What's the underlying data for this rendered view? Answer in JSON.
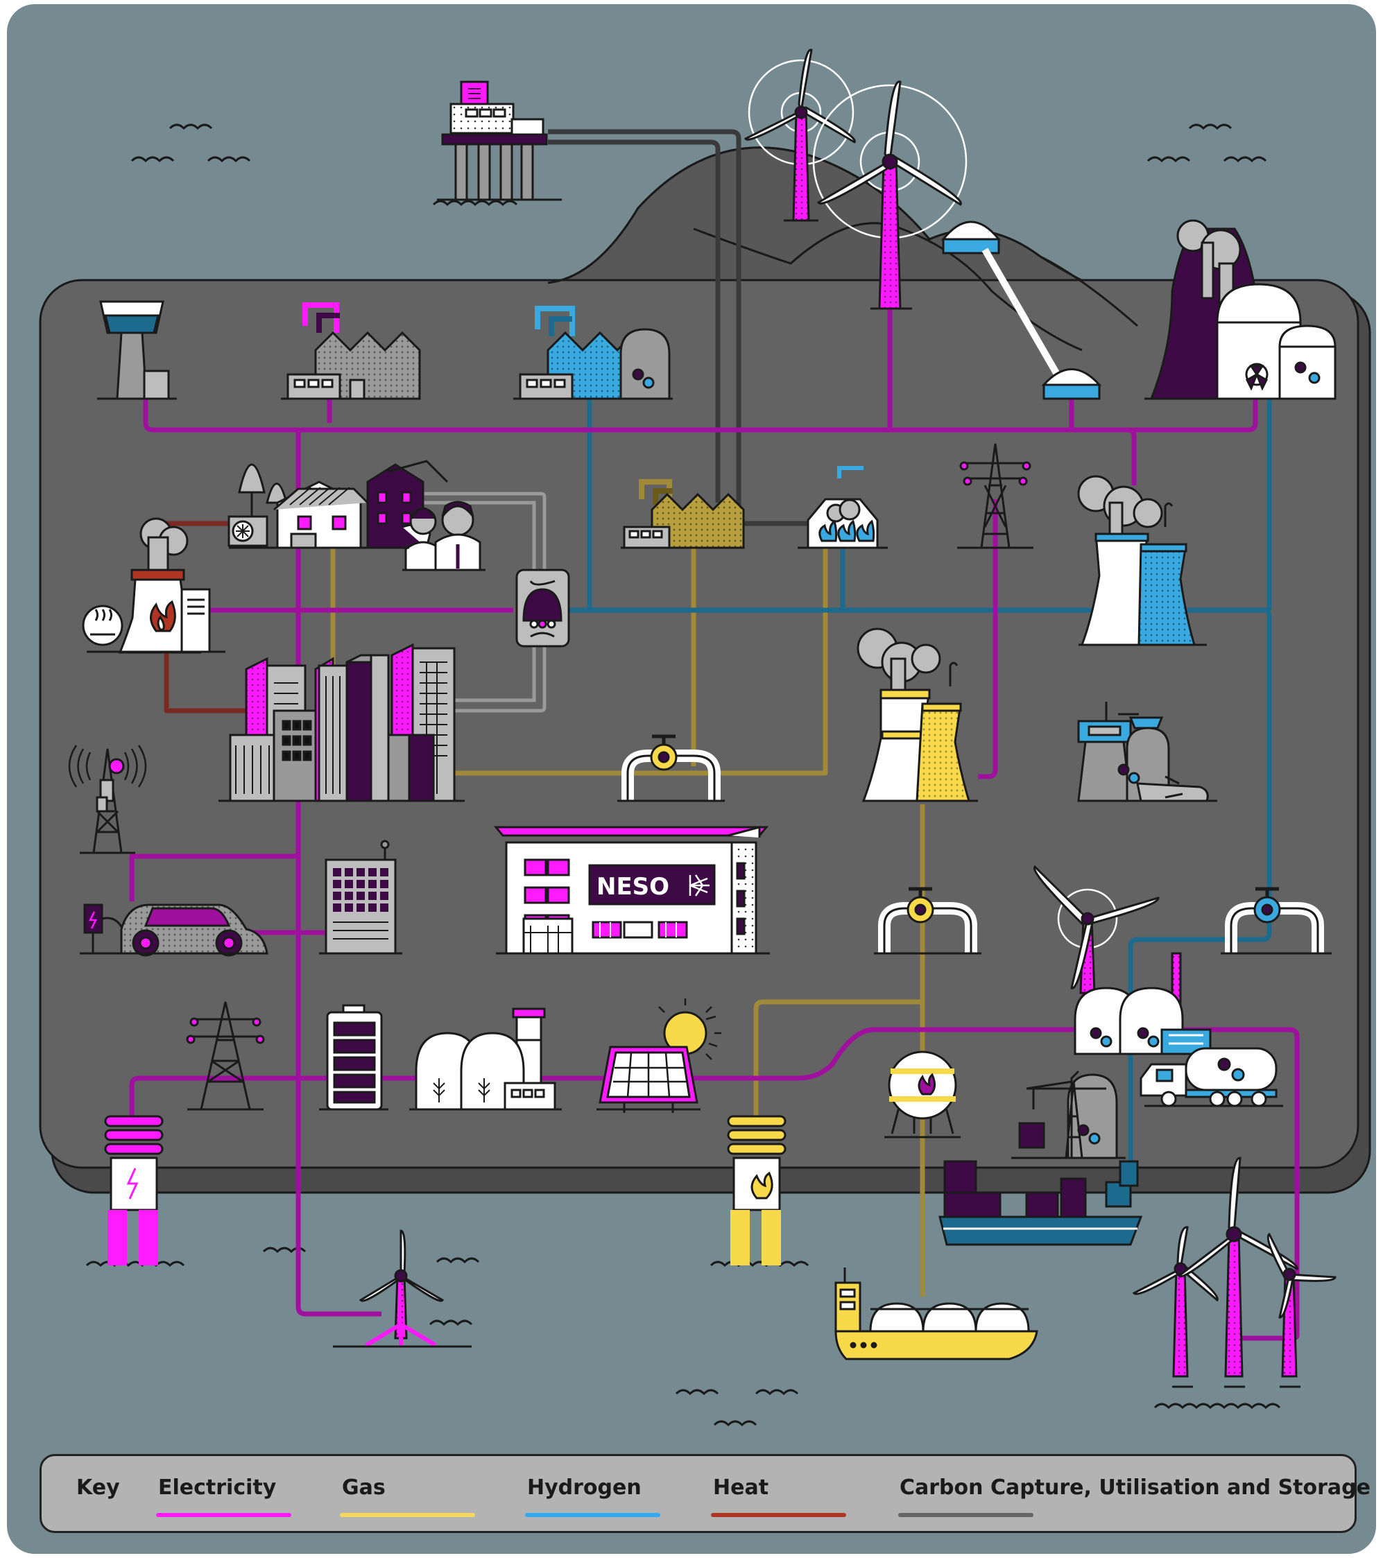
{
  "colors": {
    "sea": "#768a92",
    "land": "#636363",
    "land_shadow": "#4a4a4a",
    "hill": "#555555",
    "electricity": "#a0109f",
    "electricity_key": "#ff1aff",
    "gas": "#a08a3a",
    "gas_key": "#f2d95c",
    "hydrogen": "#1c6b8f",
    "hydrogen_key": "#33aaf0",
    "heat": "#7a2a22",
    "heat_key": "#b03522",
    "ccus": "#3a3a3a",
    "ccus_key": "#666666",
    "magenta": "#ff1aff",
    "purple": "#3d0a45",
    "yellow": "#f7d94a",
    "blue": "#39a9e0"
  },
  "control_centre": {
    "sign": "NESO"
  },
  "key": {
    "title": "Key",
    "items": [
      {
        "label": "Electricity",
        "color": "#ff1aff"
      },
      {
        "label": "Gas",
        "color": "#f2d95c"
      },
      {
        "label": "Hydrogen",
        "color": "#33aaf0"
      },
      {
        "label": "Heat",
        "color": "#b03522"
      },
      {
        "label": "Carbon Capture, Utilisation and Storage",
        "color": "#666666"
      }
    ]
  }
}
